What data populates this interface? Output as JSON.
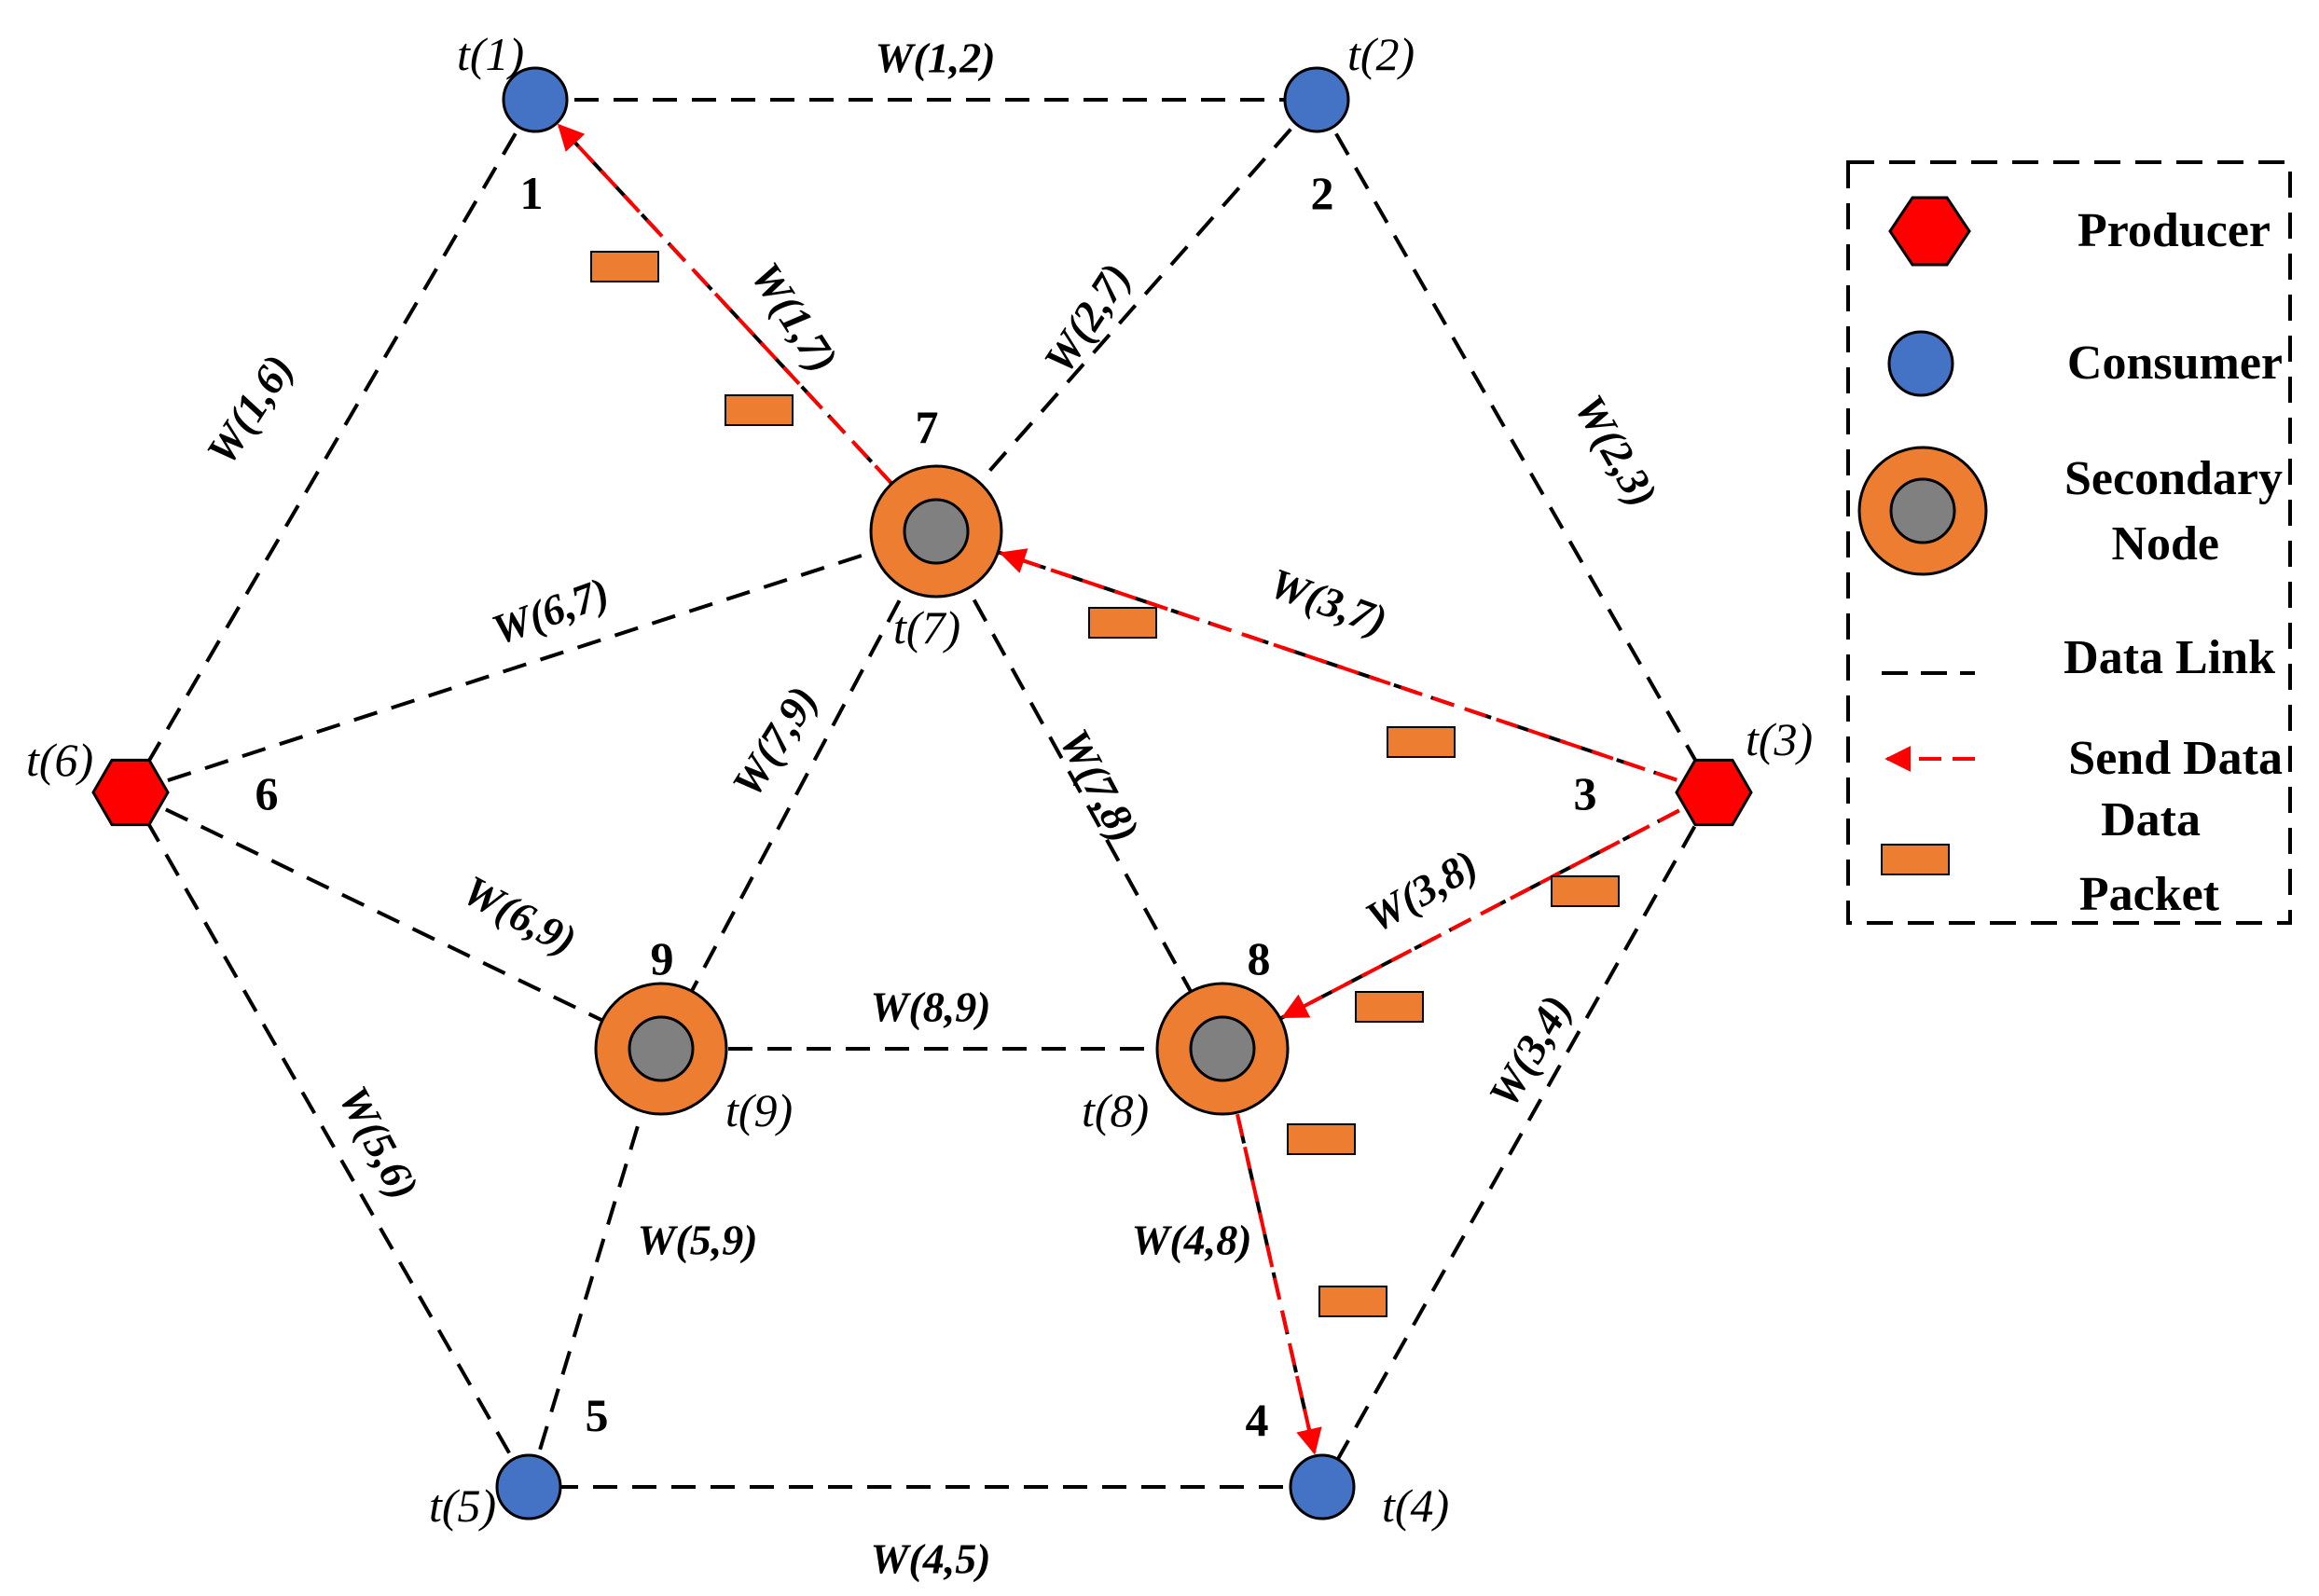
{
  "colors": {
    "producer": "#ff0000",
    "consumer": "#4472c4",
    "secondary_outer": "#ed7d31",
    "secondary_inner": "#808080",
    "link": "#000000",
    "send": "#ff0000",
    "packet": "#ed7d31"
  },
  "nodes": [
    {
      "id": "1",
      "type": "consumer",
      "number": "1",
      "time": "t(1)"
    },
    {
      "id": "2",
      "type": "consumer",
      "number": "2",
      "time": "t(2)"
    },
    {
      "id": "3",
      "type": "producer",
      "number": "3",
      "time": "t(3)"
    },
    {
      "id": "4",
      "type": "consumer",
      "number": "4",
      "time": "t(4)"
    },
    {
      "id": "5",
      "type": "consumer",
      "number": "5",
      "time": "t(5)"
    },
    {
      "id": "6",
      "type": "producer",
      "number": "6",
      "time": "t(6)"
    },
    {
      "id": "7",
      "type": "secondary",
      "number": "7",
      "time": "t(7)"
    },
    {
      "id": "8",
      "type": "secondary",
      "number": "8",
      "time": "t(8)"
    },
    {
      "id": "9",
      "type": "secondary",
      "number": "9",
      "time": "t(9)"
    }
  ],
  "links": [
    {
      "from": "1",
      "to": "2",
      "label": "W(1,2)"
    },
    {
      "from": "1",
      "to": "6",
      "label": "W(1,6)"
    },
    {
      "from": "1",
      "to": "7",
      "label": "W(1,7)"
    },
    {
      "from": "2",
      "to": "7",
      "label": "W(2,7)"
    },
    {
      "from": "2",
      "to": "3",
      "label": "W(2,3)"
    },
    {
      "from": "6",
      "to": "7",
      "label": "W(6,7)"
    },
    {
      "from": "3",
      "to": "7",
      "label": "W(3,7)"
    },
    {
      "from": "7",
      "to": "9",
      "label": "W(7,9)"
    },
    {
      "from": "7",
      "to": "8",
      "label": "W(7,8)"
    },
    {
      "from": "3",
      "to": "8",
      "label": "W(3,8)"
    },
    {
      "from": "6",
      "to": "9",
      "label": "W(6,9)"
    },
    {
      "from": "8",
      "to": "9",
      "label": "W(8,9)"
    },
    {
      "from": "3",
      "to": "4",
      "label": "W(3,4)"
    },
    {
      "from": "5",
      "to": "6",
      "label": "W(5,6)"
    },
    {
      "from": "5",
      "to": "9",
      "label": "W(5,9)"
    },
    {
      "from": "4",
      "to": "8",
      "label": "W(4,8)"
    },
    {
      "from": "4",
      "to": "5",
      "label": "W(4,5)"
    }
  ],
  "send_paths": [
    {
      "from": "7",
      "to": "1"
    },
    {
      "from": "3",
      "to": "7"
    },
    {
      "from": "3",
      "to": "8"
    },
    {
      "from": "8",
      "to": "4"
    }
  ],
  "legend": {
    "producer": "Producer",
    "consumer": "Consumer",
    "secondary_line1": "Secondary",
    "secondary_line2": "Node",
    "data_link": "Data Link",
    "send_data": "Send Data",
    "packet_line1": "Data",
    "packet_line2": "Packet"
  }
}
